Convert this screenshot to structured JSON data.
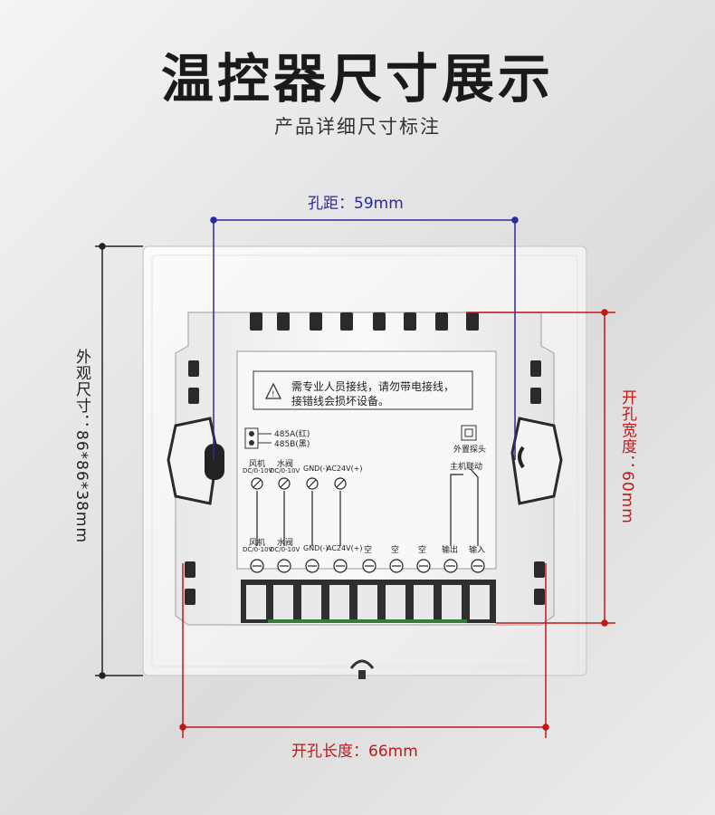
{
  "header": {
    "title": "温控器尺寸展示",
    "subtitle": "产品详细尺寸标注"
  },
  "dimensions": {
    "hole_spacing": "孔距：59mm",
    "outer_size": "外观尺寸：86*86*38mm",
    "cutout_width": "开孔宽度：60mm",
    "cutout_length": "开孔长度：66mm"
  },
  "device": {
    "warning_line1": "需专业人员接线，请勿带电接线，",
    "warning_line2": "接错线会损坏设备。",
    "rs485a": "485A(红)",
    "rs485b": "485B(黑)",
    "external_probe": "外置探头",
    "linkage": "主机联动",
    "top_terminals": [
      {
        "line1": "风机",
        "line2": "DC/0-10V"
      },
      {
        "line1": "水阀",
        "line2": "DC/0-10V"
      },
      {
        "line1": "GND(-)",
        "line2": ""
      },
      {
        "line1": "AC24V(+)",
        "line2": ""
      }
    ],
    "bottom_terminals": [
      {
        "line1": "风机",
        "line2": "DC/0-10V"
      },
      {
        "line1": "水阀",
        "line2": "DC/0-10V"
      },
      {
        "line1": "GND(-)",
        "line2": ""
      },
      {
        "line1": "AC24V(+)",
        "line2": ""
      },
      {
        "line1": "空",
        "line2": ""
      },
      {
        "line1": "空",
        "line2": ""
      },
      {
        "line1": "空",
        "line2": ""
      },
      {
        "line1": "输出",
        "line2": ""
      },
      {
        "line1": "输入",
        "line2": ""
      }
    ]
  },
  "colors": {
    "blue_dimension": "#2a2aa0",
    "red_dimension": "#c01818",
    "black_dimension": "#222222"
  }
}
